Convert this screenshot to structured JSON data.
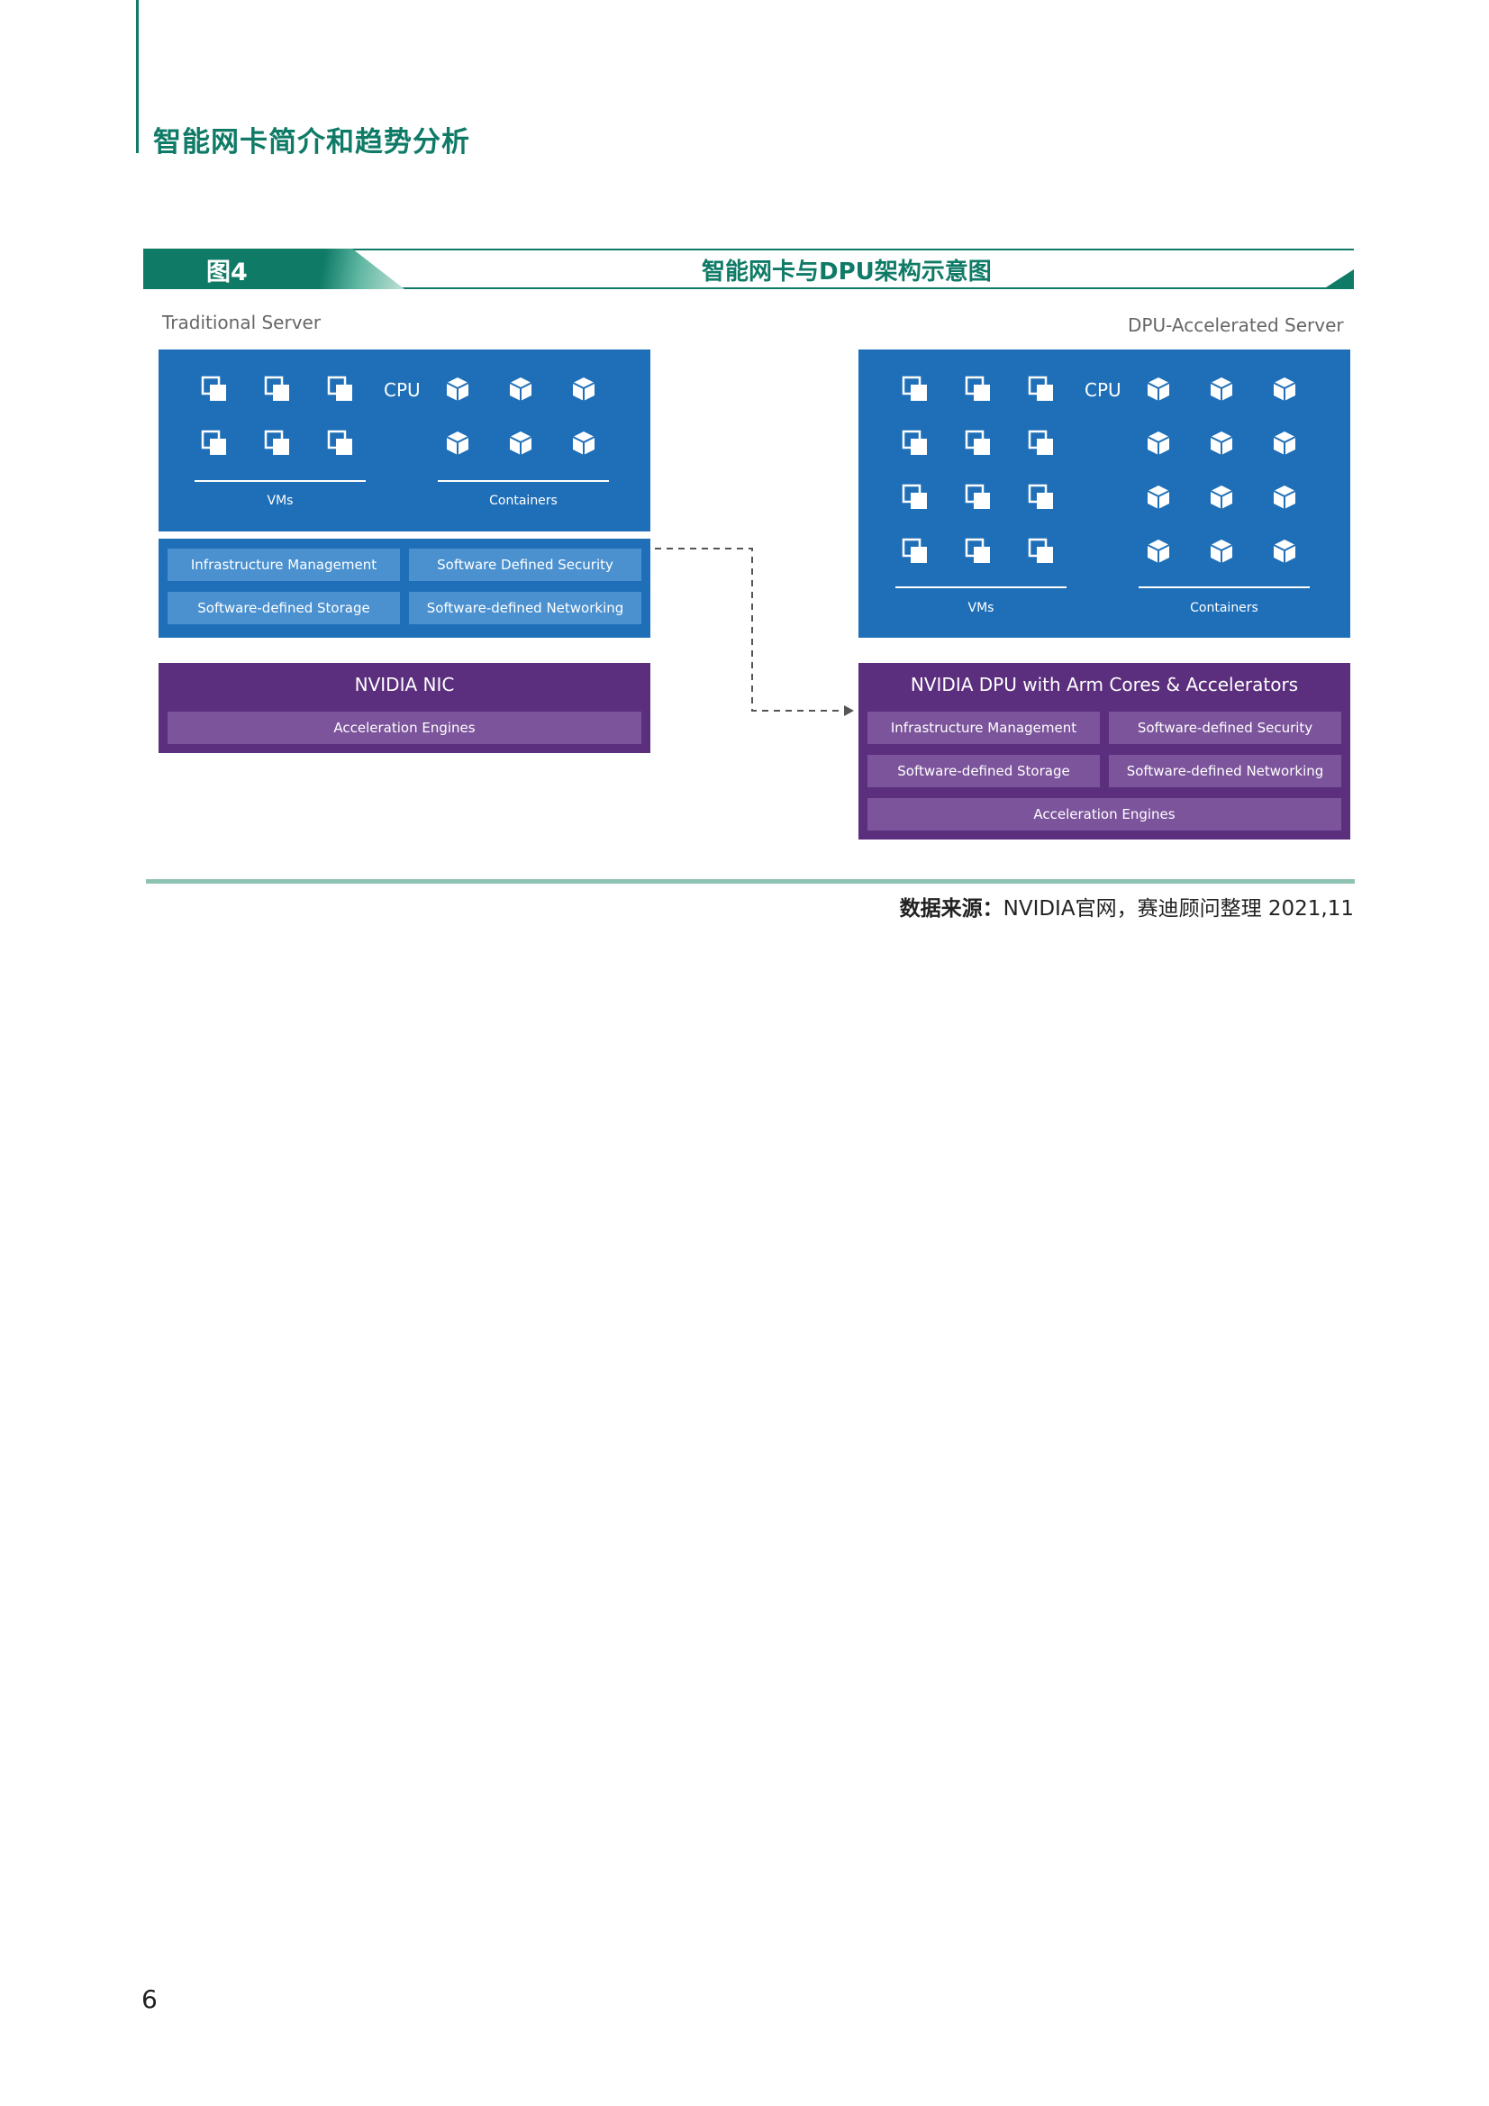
{
  "header": {
    "title": "智能网卡简介和趋势分析"
  },
  "figure": {
    "label": "图4",
    "title": "智能网卡与DPU架构示意图"
  },
  "traditional": {
    "heading": "Traditional Server",
    "cpu_label": "CPU",
    "vms_label": "VMs",
    "containers_label": "Containers",
    "services": [
      "Infrastructure Management",
      "Software Defined Security",
      "Software-defined Storage",
      "Software-defined Networking"
    ],
    "nic_title": "NVIDIA NIC",
    "nic_engine": "Acceleration Engines"
  },
  "dpu": {
    "heading": "DPU-Accelerated Server",
    "cpu_label": "CPU",
    "vms_label": "VMs",
    "containers_label": "Containers",
    "title": "NVIDIA DPU with Arm Cores & Accelerators",
    "services": [
      "Infrastructure Management",
      "Software-defined Security",
      "Software-defined Storage",
      "Software-defined Networking"
    ],
    "engine": "Acceleration Engines"
  },
  "source": {
    "label": "数据来源：",
    "text": "NVIDIA官网，赛迪顾问整理  2021,11"
  },
  "page_number": "6",
  "colors": {
    "brand_green": "#0f7b67",
    "panel_blue": "#1f6fb8",
    "panel_purple": "#5b2f7d"
  },
  "icons": {
    "vm": "stacked-windows-icon",
    "container": "cube-icon",
    "arrow": "dashed-arrow"
  }
}
